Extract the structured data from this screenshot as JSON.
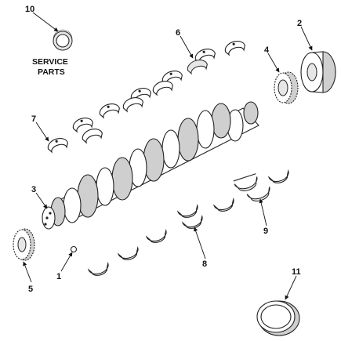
{
  "caption": {
    "line1": "SERVICE",
    "line2": "PARTS"
  },
  "callouts": [
    {
      "id": "1",
      "label": "1"
    },
    {
      "id": "2",
      "label": "2"
    },
    {
      "id": "3",
      "label": "3"
    },
    {
      "id": "4",
      "label": "4"
    },
    {
      "id": "5",
      "label": "5"
    },
    {
      "id": "6",
      "label": "6"
    },
    {
      "id": "7",
      "label": "7"
    },
    {
      "id": "8",
      "label": "8"
    },
    {
      "id": "9",
      "label": "9"
    },
    {
      "id": "10",
      "label": "10"
    },
    {
      "id": "11",
      "label": "11"
    }
  ],
  "colors": {
    "ink": "#222222",
    "shade": "#cfcfcf",
    "background": "#ffffff"
  }
}
